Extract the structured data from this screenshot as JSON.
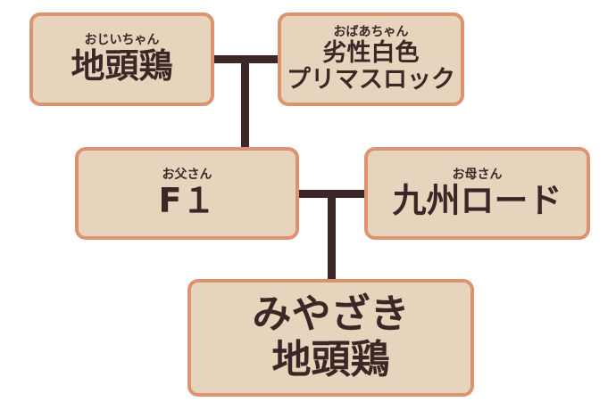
{
  "grandfather": {
    "role": "おじいちゃん",
    "name": "地頭鶏"
  },
  "grandmother": {
    "role": "おばあちゃん",
    "name_line1": "劣性白色",
    "name_line2": "プリマスロック"
  },
  "father": {
    "role": "お父さん",
    "name": "F１"
  },
  "mother": {
    "role": "お母さん",
    "name": "九州ロード"
  },
  "child": {
    "name_line1": "みやざき",
    "name_line2": "地頭鶏"
  },
  "colors": {
    "box_fill": "#e7d4bd",
    "box_border": "#dc9470",
    "text_and_lines": "#3d2626"
  }
}
